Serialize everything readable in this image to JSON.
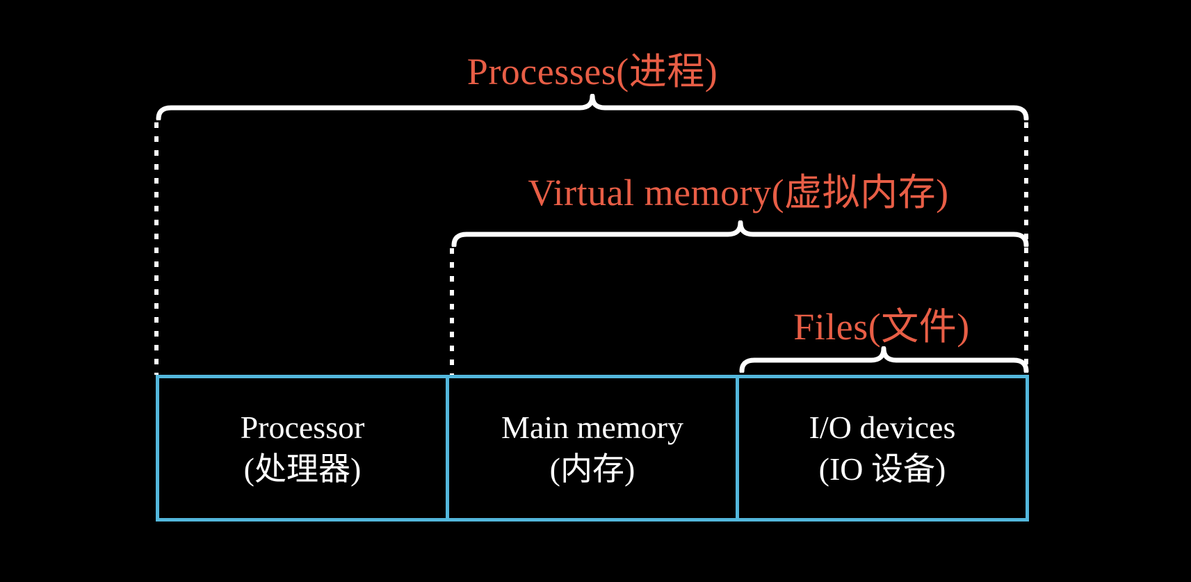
{
  "diagram": {
    "labels": {
      "processes": "Processes(进程)",
      "virtual_memory": "Virtual memory(虚拟内存)",
      "files": "Files(文件)"
    },
    "hardware": [
      {
        "name": "Processor",
        "subname": "(处理器)"
      },
      {
        "name": "Main memory",
        "subname": "(内存)"
      },
      {
        "name": "I/O devices",
        "subname": "(IO 设备)"
      }
    ],
    "colors": {
      "background": "#000000",
      "label_red": "#e85e46",
      "box_blue": "#53b7dc",
      "line_white": "#ffffff"
    }
  }
}
